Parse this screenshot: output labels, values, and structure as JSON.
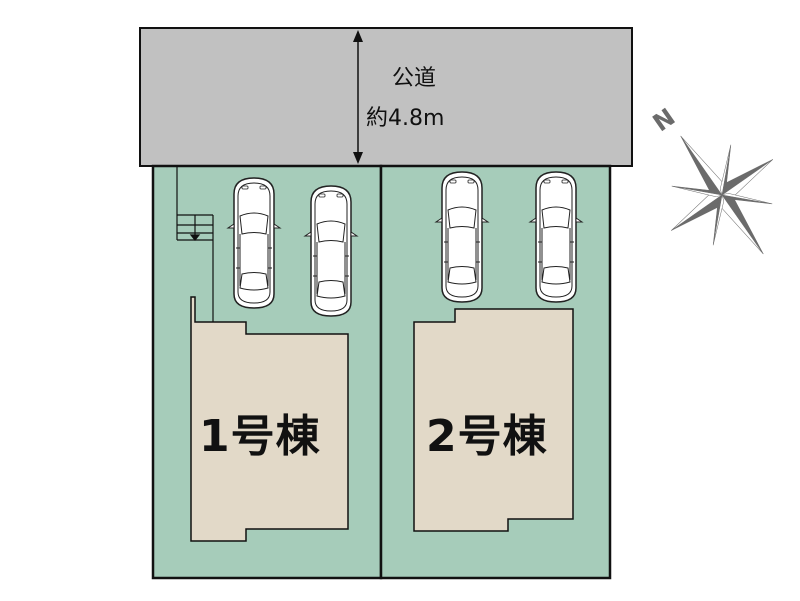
{
  "road": {
    "name": "公道",
    "width_label": "約4.8m",
    "fill": "#c1c1c1"
  },
  "lots": [
    {
      "id": 1,
      "label": "1号棟",
      "parking_spaces": 2
    },
    {
      "id": 2,
      "label": "2号棟",
      "parking_spaces": 2
    }
  ],
  "compass": {
    "label": "N"
  },
  "colors": {
    "lot_fill": "#a6ccba",
    "building_fill": "#e2d9c8",
    "road_fill": "#c1c1c1",
    "line": "#111111",
    "compass": "#6b6b6b"
  }
}
